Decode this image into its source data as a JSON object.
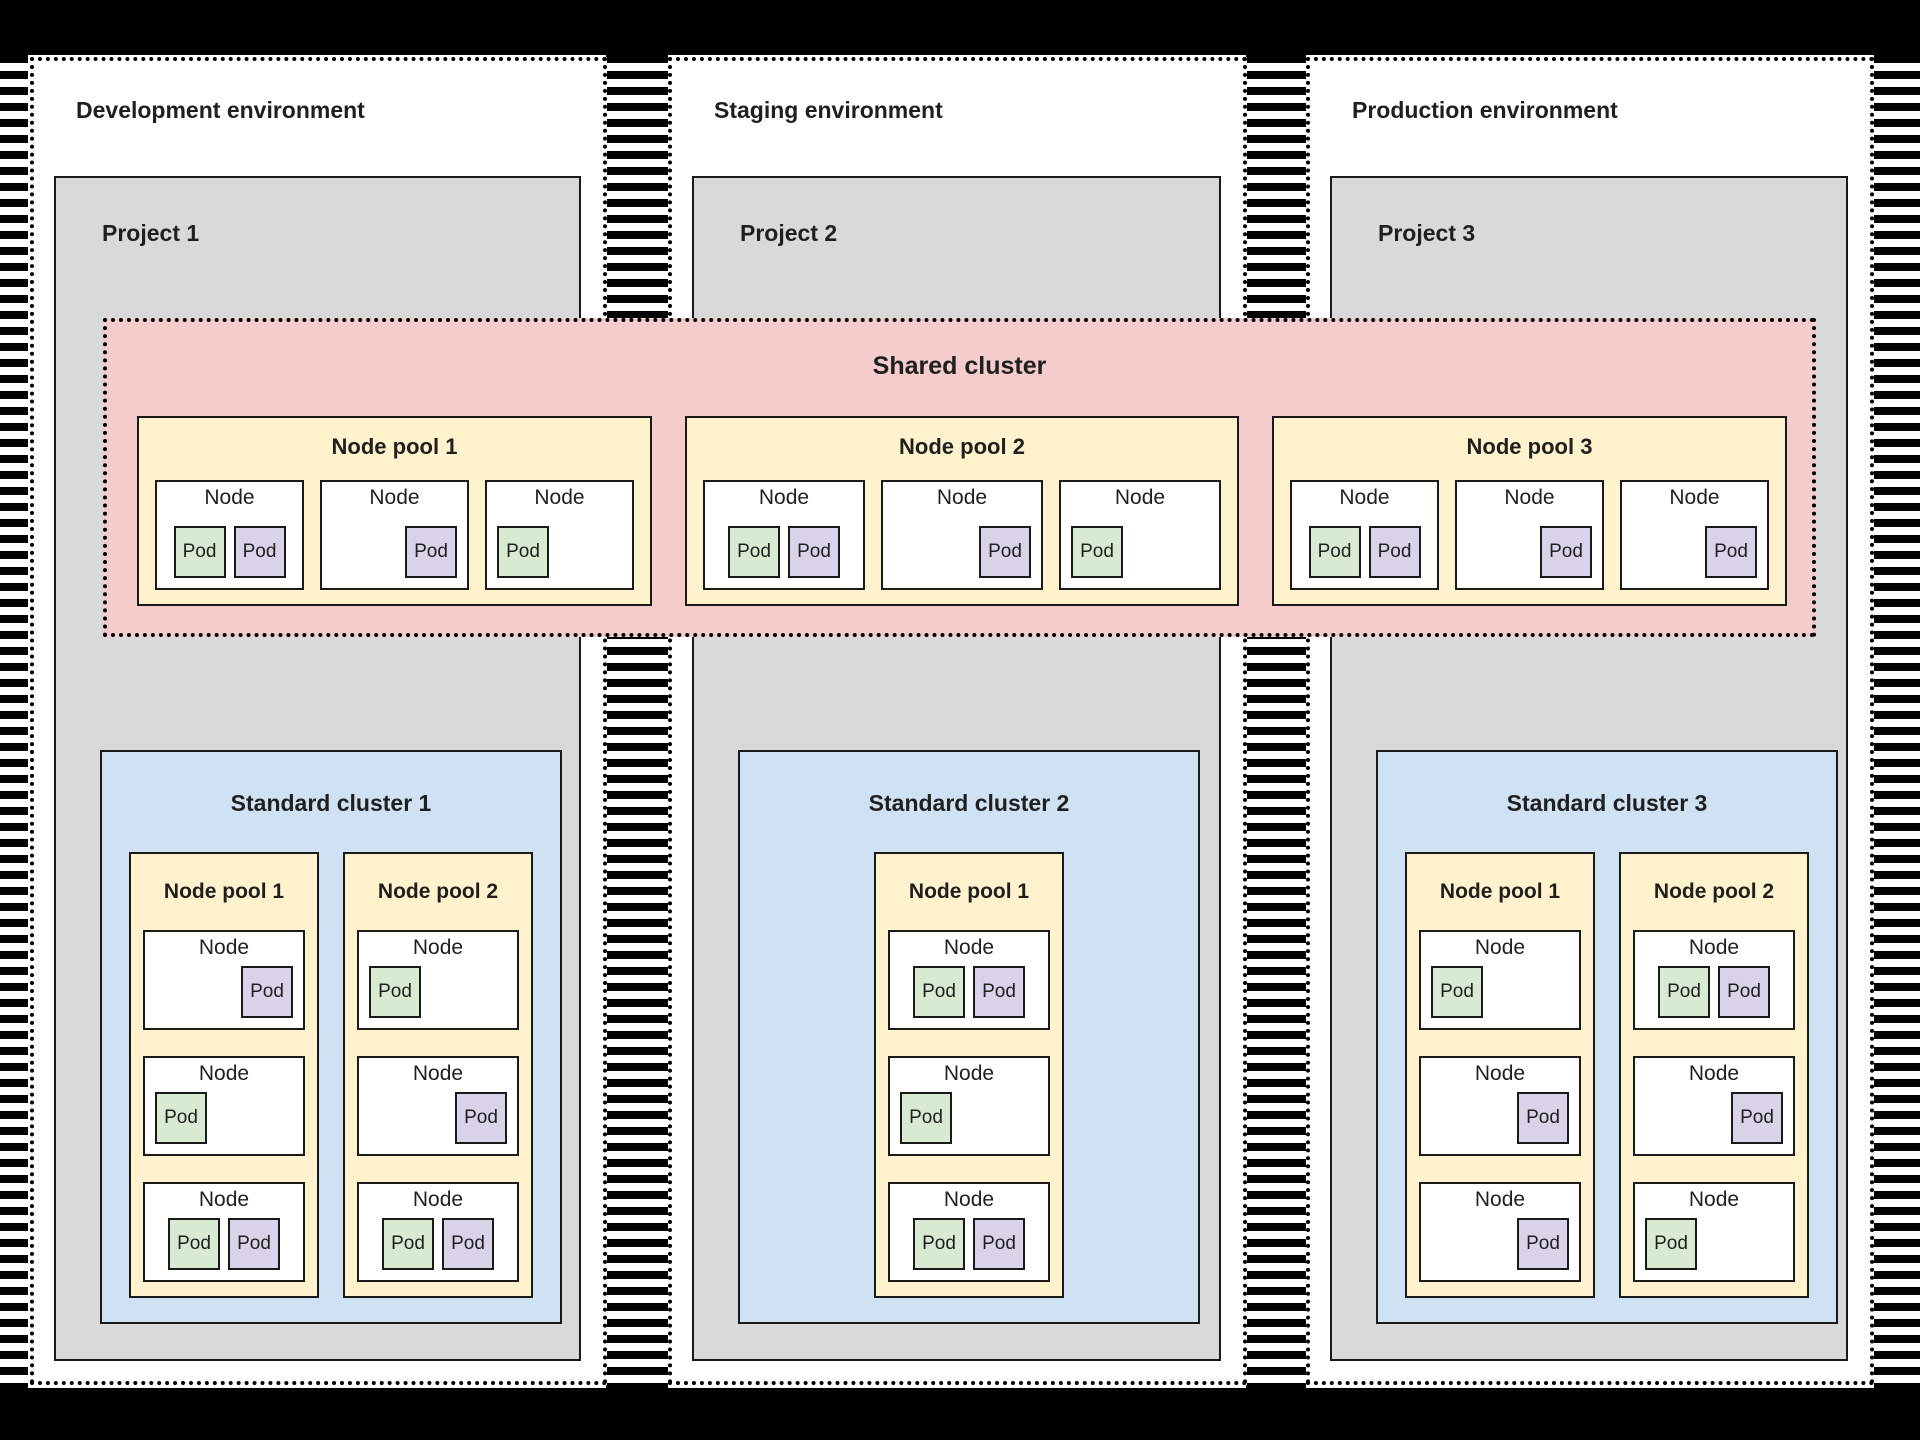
{
  "colors": {
    "background": "#000000",
    "panel": "#ffffff",
    "project_box": "#d9d9d9",
    "shared_cluster": "#f4cccc",
    "node_pool": "#fff2cc",
    "standard_cluster": "#cfe2f3",
    "node": "#ffffff",
    "pod_green": "#d9ead3",
    "pod_purple": "#d9d2e9",
    "border": "#1a1a1a",
    "text": "#1f1f1f"
  },
  "node_label": "Node",
  "pod_label": "Pod",
  "environments": [
    {
      "title": "Development environment",
      "project": {
        "title": "Project 1"
      },
      "standard_cluster": {
        "title": "Standard cluster 1",
        "node_pools": [
          {
            "title": "Node pool 1",
            "nodes": [
              {
                "align": "right",
                "pods": [
                  {
                    "color": "purple"
                  }
                ]
              },
              {
                "align": "left",
                "pods": [
                  {
                    "color": "green"
                  }
                ]
              },
              {
                "align": "center",
                "pods": [
                  {
                    "color": "green"
                  },
                  {
                    "color": "purple"
                  }
                ]
              }
            ]
          },
          {
            "title": "Node pool 2",
            "nodes": [
              {
                "align": "left",
                "pods": [
                  {
                    "color": "green"
                  }
                ]
              },
              {
                "align": "right",
                "pods": [
                  {
                    "color": "purple"
                  }
                ]
              },
              {
                "align": "center",
                "pods": [
                  {
                    "color": "green"
                  },
                  {
                    "color": "purple"
                  }
                ]
              }
            ]
          }
        ]
      }
    },
    {
      "title": "Staging environment",
      "project": {
        "title": "Project 2"
      },
      "standard_cluster": {
        "title": "Standard cluster 2",
        "node_pools": [
          {
            "title": "Node pool 1",
            "nodes": [
              {
                "align": "center",
                "pods": [
                  {
                    "color": "green"
                  },
                  {
                    "color": "purple"
                  }
                ]
              },
              {
                "align": "left",
                "pods": [
                  {
                    "color": "green"
                  }
                ]
              },
              {
                "align": "center",
                "pods": [
                  {
                    "color": "green"
                  },
                  {
                    "color": "purple"
                  }
                ]
              }
            ]
          }
        ]
      }
    },
    {
      "title": "Production environment",
      "project": {
        "title": "Project 3"
      },
      "standard_cluster": {
        "title": "Standard cluster 3",
        "node_pools": [
          {
            "title": "Node pool 1",
            "nodes": [
              {
                "align": "left",
                "pods": [
                  {
                    "color": "green"
                  }
                ]
              },
              {
                "align": "right",
                "pods": [
                  {
                    "color": "purple"
                  }
                ]
              },
              {
                "align": "right",
                "pods": [
                  {
                    "color": "purple"
                  }
                ]
              }
            ]
          },
          {
            "title": "Node pool 2",
            "nodes": [
              {
                "align": "center",
                "pods": [
                  {
                    "color": "green"
                  },
                  {
                    "color": "purple"
                  }
                ]
              },
              {
                "align": "right",
                "pods": [
                  {
                    "color": "purple"
                  }
                ]
              },
              {
                "align": "left",
                "pods": [
                  {
                    "color": "green"
                  }
                ]
              }
            ]
          }
        ]
      }
    }
  ],
  "shared_cluster": {
    "title": "Shared cluster",
    "node_pools": [
      {
        "title": "Node pool 1",
        "nodes": [
          {
            "align": "center",
            "pods": [
              {
                "color": "green"
              },
              {
                "color": "purple"
              }
            ]
          },
          {
            "align": "right",
            "pods": [
              {
                "color": "purple"
              }
            ]
          },
          {
            "align": "left",
            "pods": [
              {
                "color": "green"
              }
            ]
          }
        ]
      },
      {
        "title": "Node pool 2",
        "nodes": [
          {
            "align": "center",
            "pods": [
              {
                "color": "green"
              },
              {
                "color": "purple"
              }
            ]
          },
          {
            "align": "right",
            "pods": [
              {
                "color": "purple"
              }
            ]
          },
          {
            "align": "left",
            "pods": [
              {
                "color": "green"
              }
            ]
          }
        ]
      },
      {
        "title": "Node pool 3",
        "nodes": [
          {
            "align": "center",
            "pods": [
              {
                "color": "green"
              },
              {
                "color": "purple"
              }
            ]
          },
          {
            "align": "right",
            "pods": [
              {
                "color": "purple"
              }
            ]
          },
          {
            "align": "right",
            "pods": [
              {
                "color": "purple"
              }
            ]
          }
        ]
      }
    ]
  }
}
